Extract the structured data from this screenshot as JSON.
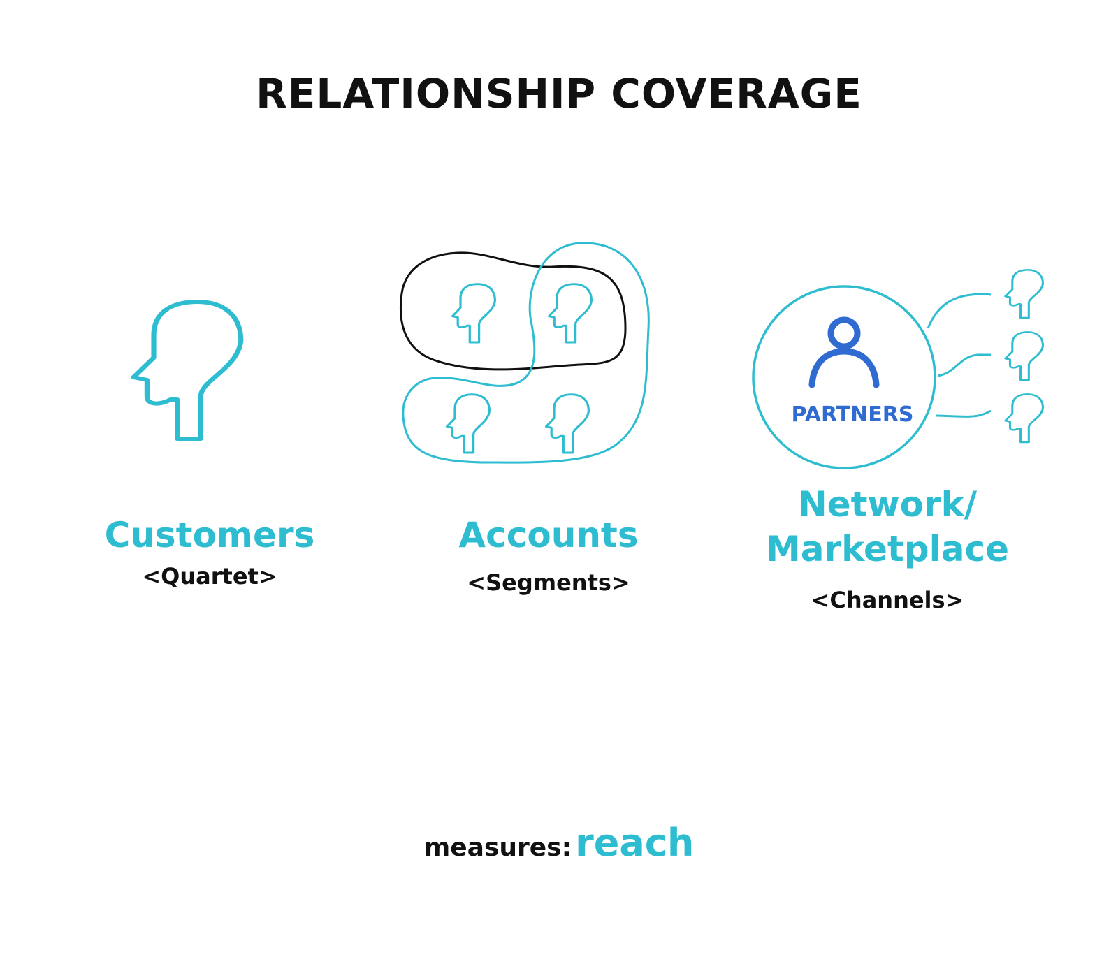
{
  "title": "RELATIONSHIP COVERAGE",
  "colors": {
    "accent": "#2ebdd0",
    "partners": "#2f6bd1",
    "ink": "#111111"
  },
  "icons": [
    "head-icon",
    "person-icon"
  ],
  "columns": [
    {
      "name": "Customers",
      "sub": "<Quartet>"
    },
    {
      "name": "Accounts",
      "sub": "<Segments>"
    },
    {
      "name_line1": "Network/",
      "name_line2": "Marketplace",
      "sub": "<Channels>"
    }
  ],
  "partners_label": "PARTNERS",
  "footer": {
    "prefix": "measures:",
    "value": "reach"
  }
}
